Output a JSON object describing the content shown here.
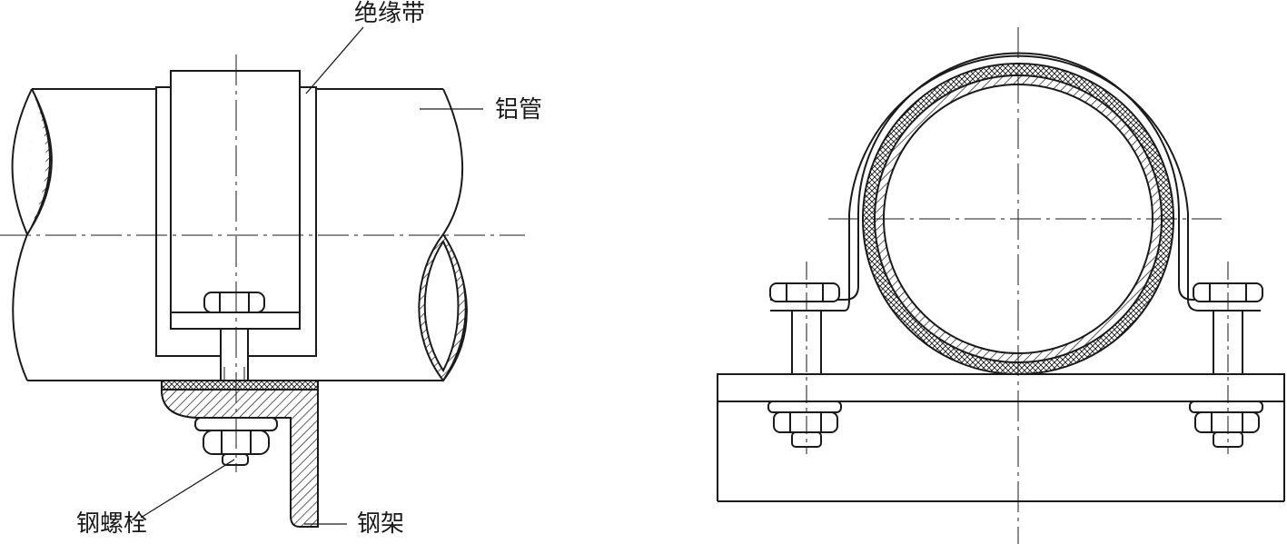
{
  "labels": {
    "insulating_band": "绝缘带",
    "aluminum_pipe": "铝管",
    "steel_bolt": "钢螺栓",
    "steel_frame": "钢架"
  },
  "colors": {
    "line": "#1a1a1a",
    "background": "#ffffff"
  }
}
